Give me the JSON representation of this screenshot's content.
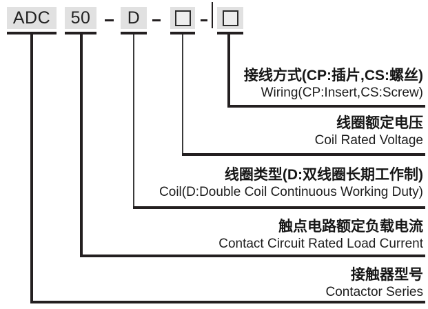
{
  "colors": {
    "box_background": "#e1e1e1",
    "line": "#231f20",
    "text": "#1c1c1c"
  },
  "model_code": {
    "segments": [
      {
        "id": "series",
        "text": "ADC"
      },
      {
        "id": "current",
        "text": "50"
      },
      {
        "id": "coil",
        "text": "D"
      },
      {
        "id": "voltage",
        "icon": "empty-square"
      },
      {
        "id": "wiring",
        "icon": "empty-square"
      }
    ],
    "separator": "-"
  },
  "legend": [
    {
      "cn": "接线方式(CP:插片,CS:螺丝)",
      "en": "Wiring(CP:Insert,CS:Screw)"
    },
    {
      "cn": "线圈额定电压",
      "en": "Coil Rated Voltage"
    },
    {
      "cn": "线圈类型(D:双线圈长期工作制)",
      "en": "Coil(D:Double Coil Continuous Working Duty)"
    },
    {
      "cn": "触点电路额定负载电流",
      "en": "Contact Circuit Rated Load Current"
    },
    {
      "cn": "接触器型号",
      "en": "Contactor Series"
    }
  ]
}
